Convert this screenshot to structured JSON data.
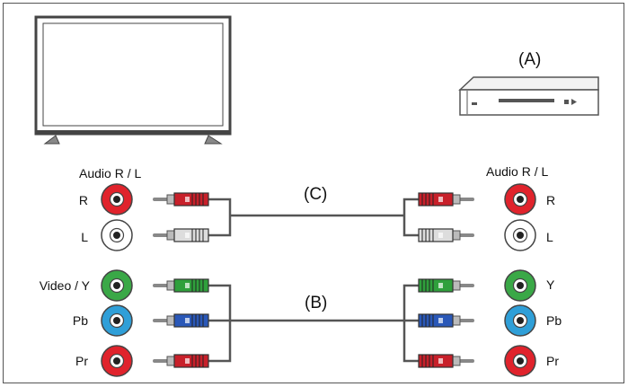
{
  "labels": {
    "device": "(A)",
    "cable_component": "(B)",
    "cable_audio": "(C)",
    "tv_audio_header": "Audio R / L",
    "tv_audio_r": "R",
    "tv_audio_l": "L",
    "tv_video_header": "Video / Y",
    "tv_pb": "Pb",
    "tv_pr": "Pr",
    "dev_audio_header": "Audio R / L",
    "dev_audio_r": "R",
    "dev_audio_l": "L",
    "dev_y": "Y",
    "dev_pb": "Pb",
    "dev_pr": "Pr"
  },
  "colors": {
    "red": "#e0232c",
    "white": "#ffffff",
    "green": "#3aa847",
    "blue": "#2f9fd8",
    "plug_red": "#c8202a",
    "plug_white": "#dddddd",
    "plug_green": "#2fa03c",
    "plug_blue": "#2a58b8",
    "cable": "#555555"
  },
  "jacks": {
    "tv": [
      "red",
      "white",
      "green",
      "blue",
      "red"
    ],
    "device": [
      "red",
      "white",
      "green",
      "blue",
      "red"
    ]
  }
}
